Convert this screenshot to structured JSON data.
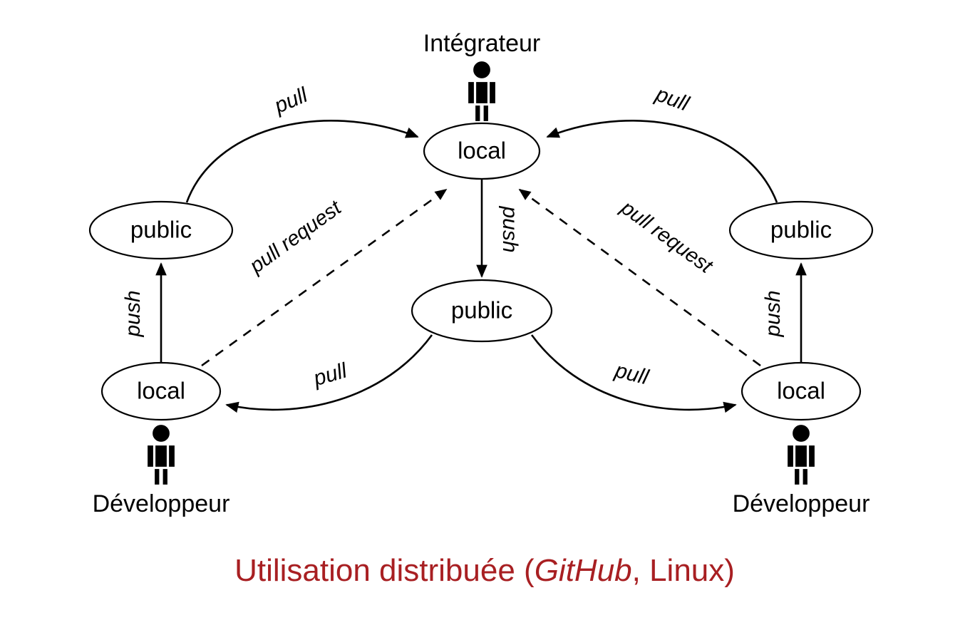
{
  "diagram": {
    "title": "Utilisation distribuée (GitHub, Linux)",
    "caption": {
      "part1": "Utilisation distribuée (",
      "part2_italic": "GitHub",
      "part3": ", Linux)",
      "color": "#A81F22"
    },
    "actors": [
      {
        "id": "integrator",
        "label": "Intégrateur",
        "icon": "person-icon"
      },
      {
        "id": "developer-left",
        "label": "Développeur",
        "icon": "person-icon"
      },
      {
        "id": "developer-right",
        "label": "Développeur",
        "icon": "person-icon"
      }
    ],
    "nodes": [
      {
        "id": "integrator-local",
        "label": "local"
      },
      {
        "id": "left-public",
        "label": "public"
      },
      {
        "id": "right-public",
        "label": "public"
      },
      {
        "id": "center-public",
        "label": "public"
      },
      {
        "id": "left-local",
        "label": "local"
      },
      {
        "id": "right-local",
        "label": "local"
      }
    ],
    "edges": [
      {
        "id": "edge-left-public-to-integrator-local",
        "label": "pull",
        "style": "solid"
      },
      {
        "id": "edge-right-public-to-integrator-local",
        "label": "pull",
        "style": "solid"
      },
      {
        "id": "edge-integrator-local-to-center-public",
        "label": "push",
        "style": "solid"
      },
      {
        "id": "edge-left-local-to-left-public",
        "label": "push",
        "style": "solid"
      },
      {
        "id": "edge-right-local-to-right-public",
        "label": "push",
        "style": "solid"
      },
      {
        "id": "edge-center-public-to-left-local",
        "label": "pull",
        "style": "solid"
      },
      {
        "id": "edge-center-public-to-right-local",
        "label": "pull",
        "style": "solid"
      },
      {
        "id": "edge-left-local-pull-request",
        "label": "pull request",
        "style": "dashed"
      },
      {
        "id": "edge-right-local-pull-request",
        "label": "pull request",
        "style": "dashed"
      }
    ]
  }
}
